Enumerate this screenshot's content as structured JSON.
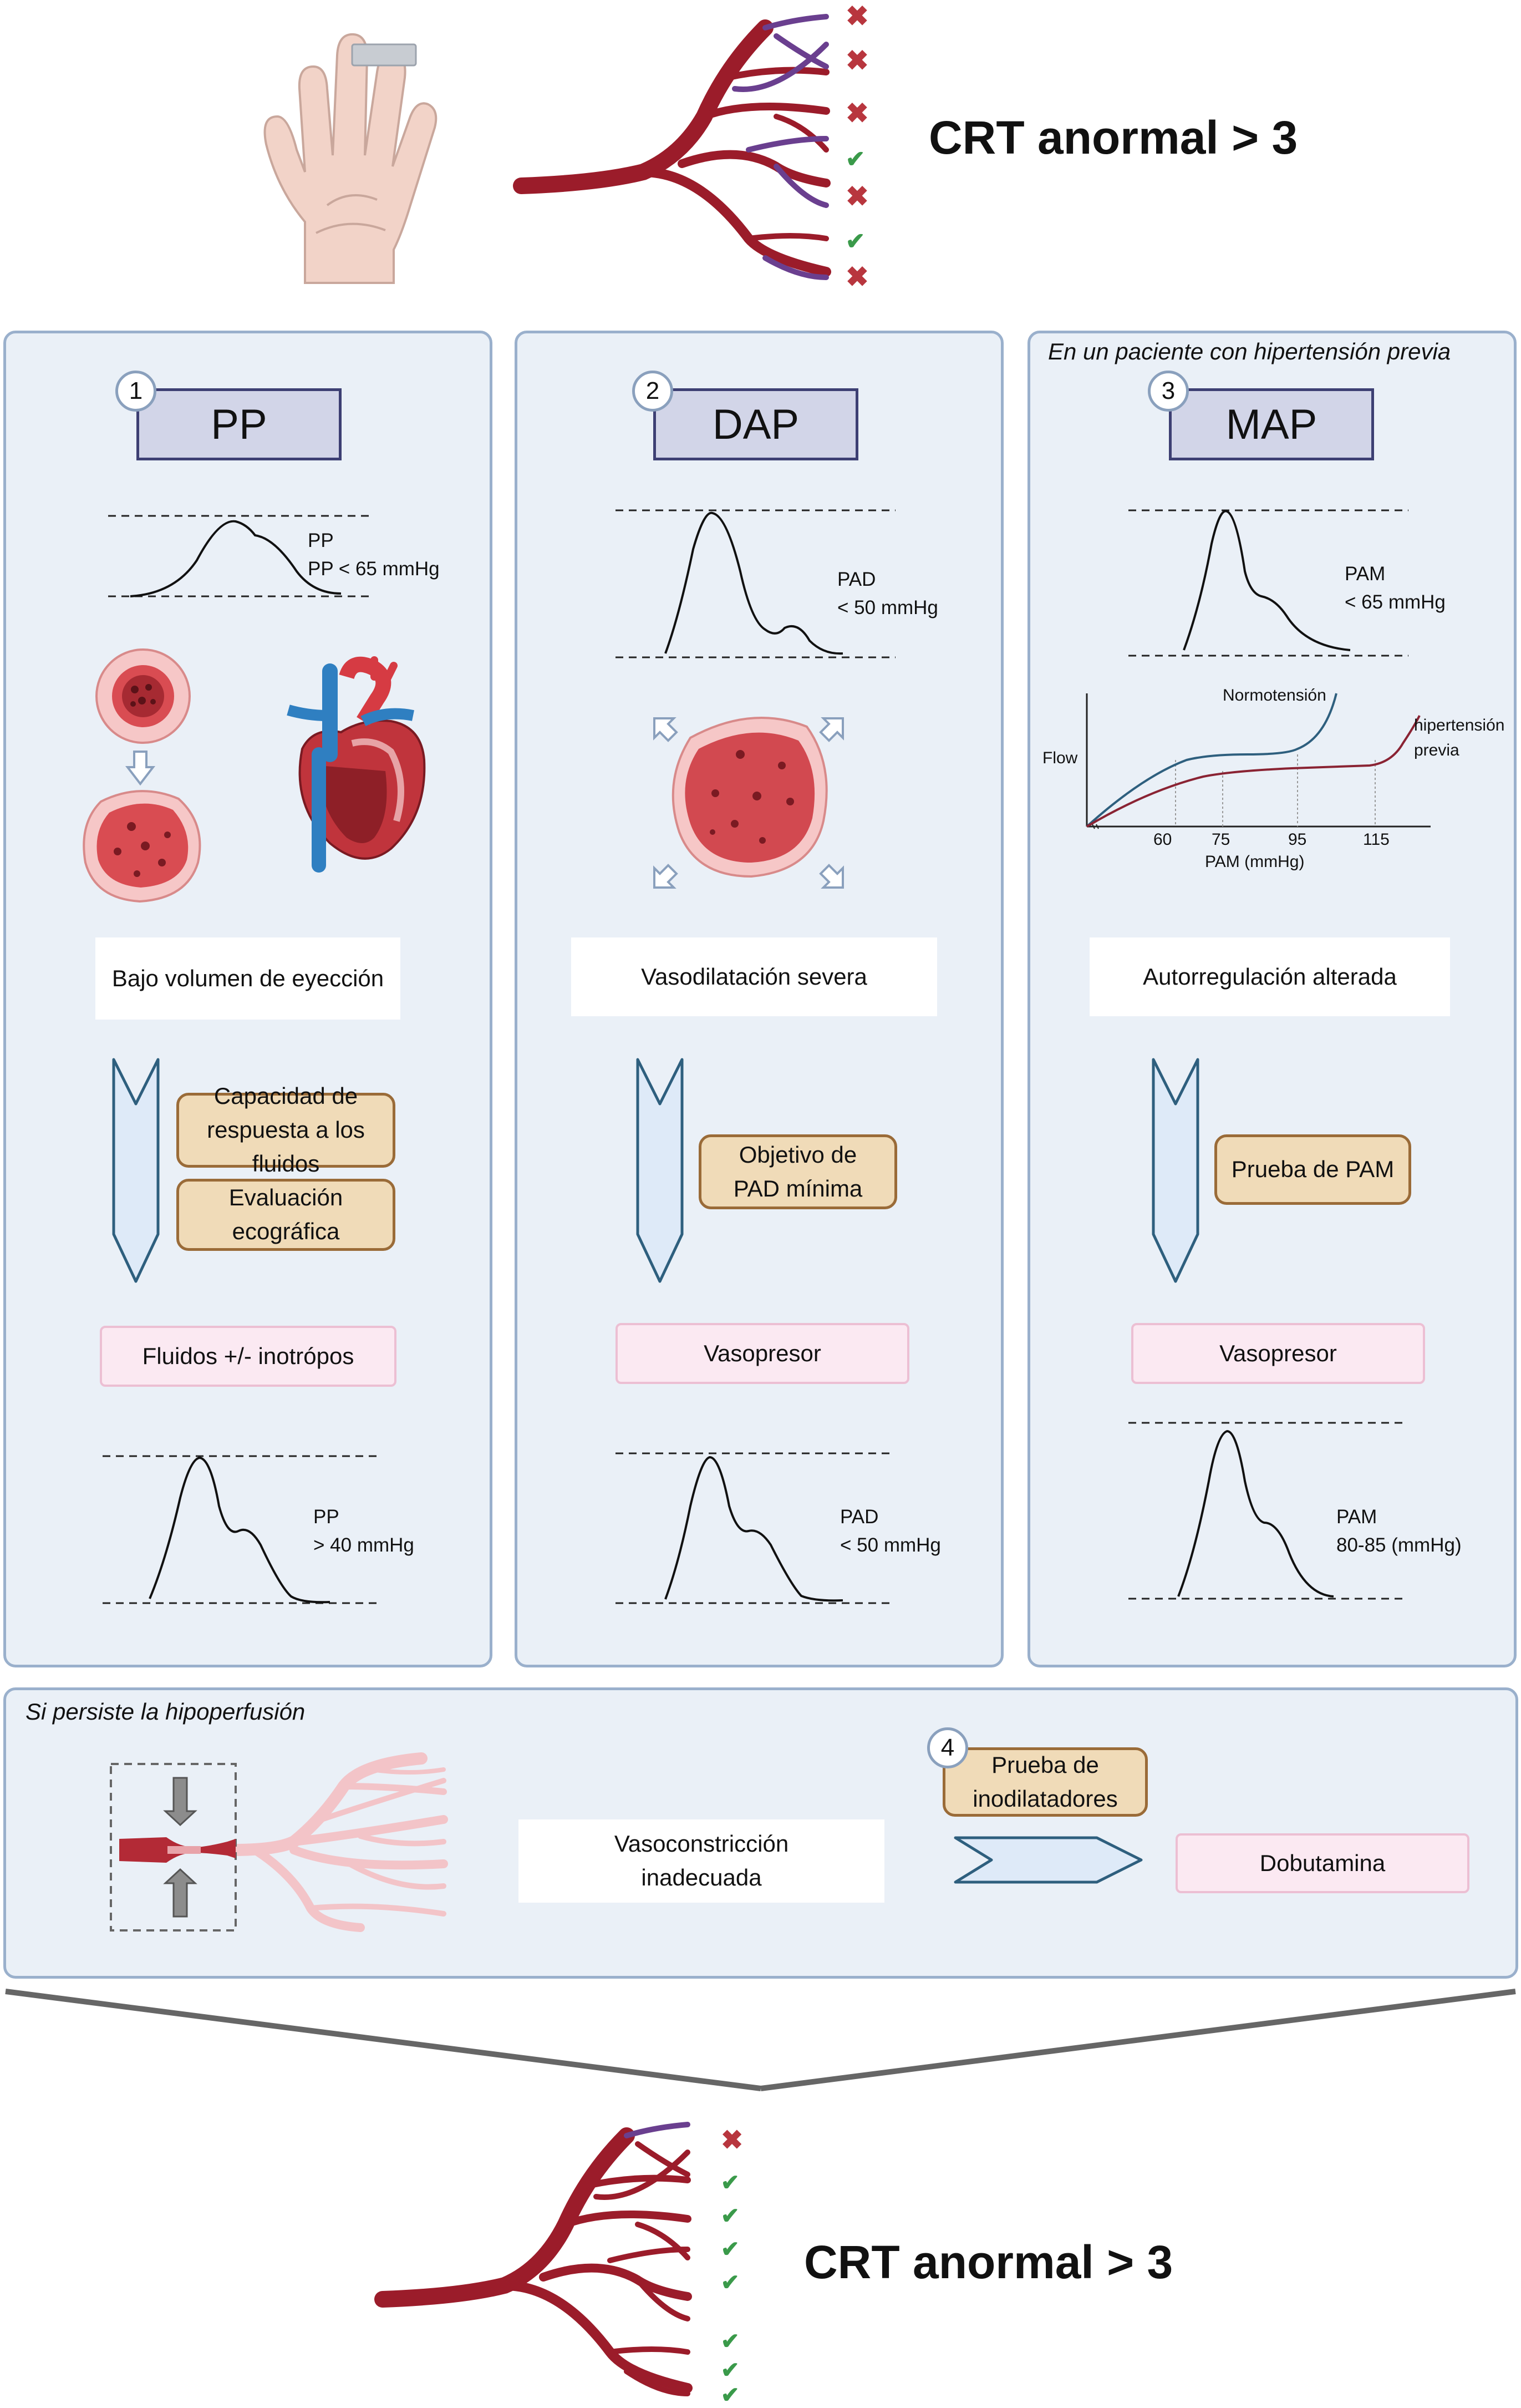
{
  "top": {
    "title": "CRT anormal > 3",
    "marks": [
      "x",
      "x",
      "x",
      "check",
      "x",
      "check",
      "x"
    ]
  },
  "colors": {
    "panel_bg": "#eaf0f7",
    "panel_border": "#9ab0cc",
    "title_box_bg": "#d2d5e8",
    "title_box_border": "#3d3f73",
    "tan_bg": "#f0dbb8",
    "tan_border": "#9a6b38",
    "pink_bg": "#fbe9f2",
    "vessel_red": "#9b1c2a",
    "vessel_purple": "#6a3f8f",
    "check_green": "#3a9a4a",
    "x_red": "#b8363e"
  },
  "panels": [
    {
      "number": "1",
      "title": "PP",
      "top_wave_label": "PP\nPP < 65 mmHg",
      "cause": "Bajo volumen de eyección",
      "actions": [
        "Capacidad de\nrespuesta a los fluidos",
        "Evaluación\necográfica"
      ],
      "treatment": "Fluidos +/- inotrópos",
      "bottom_wave_label": "PP\n> 40 mmHg"
    },
    {
      "number": "2",
      "title": "DAP",
      "top_wave_label": "PAD\n< 50 mmHg",
      "cause": "Vasodilatación severa",
      "actions": [
        "Objetivo de\nPAD mínima"
      ],
      "treatment": "Vasopresor",
      "bottom_wave_label": "PAD\n< 50 mmHg"
    },
    {
      "number": "3",
      "header_note": "En un paciente con hipertensión previa",
      "title": "MAP",
      "top_wave_label": "PAM\n< 65 mmHg",
      "cause": "Autorregulación alterada",
      "actions": [
        "Prueba de PAM"
      ],
      "treatment": "Vasopresor",
      "bottom_wave_label": "PAM\n80-85 (mmHg)"
    }
  ],
  "autoregulation_chart": {
    "ylabel": "Flow",
    "xlabel": "PAM (mmHg)",
    "ticks": [
      "60",
      "75",
      "95",
      "115"
    ],
    "curves": [
      "Normotensión",
      "hipertensión\nprevia"
    ]
  },
  "bottom_panel": {
    "header_note": "Si persiste la hipoperfusión",
    "cause": "Vasoconstricción\ninadecuada",
    "number": "4",
    "action": "Prueba de\ninodilatadores",
    "treatment": "Dobutamina"
  },
  "result": {
    "title": "CRT anormal > 3",
    "marks": [
      "x",
      "check",
      "check",
      "check",
      "check",
      "check",
      "check",
      "check"
    ]
  }
}
